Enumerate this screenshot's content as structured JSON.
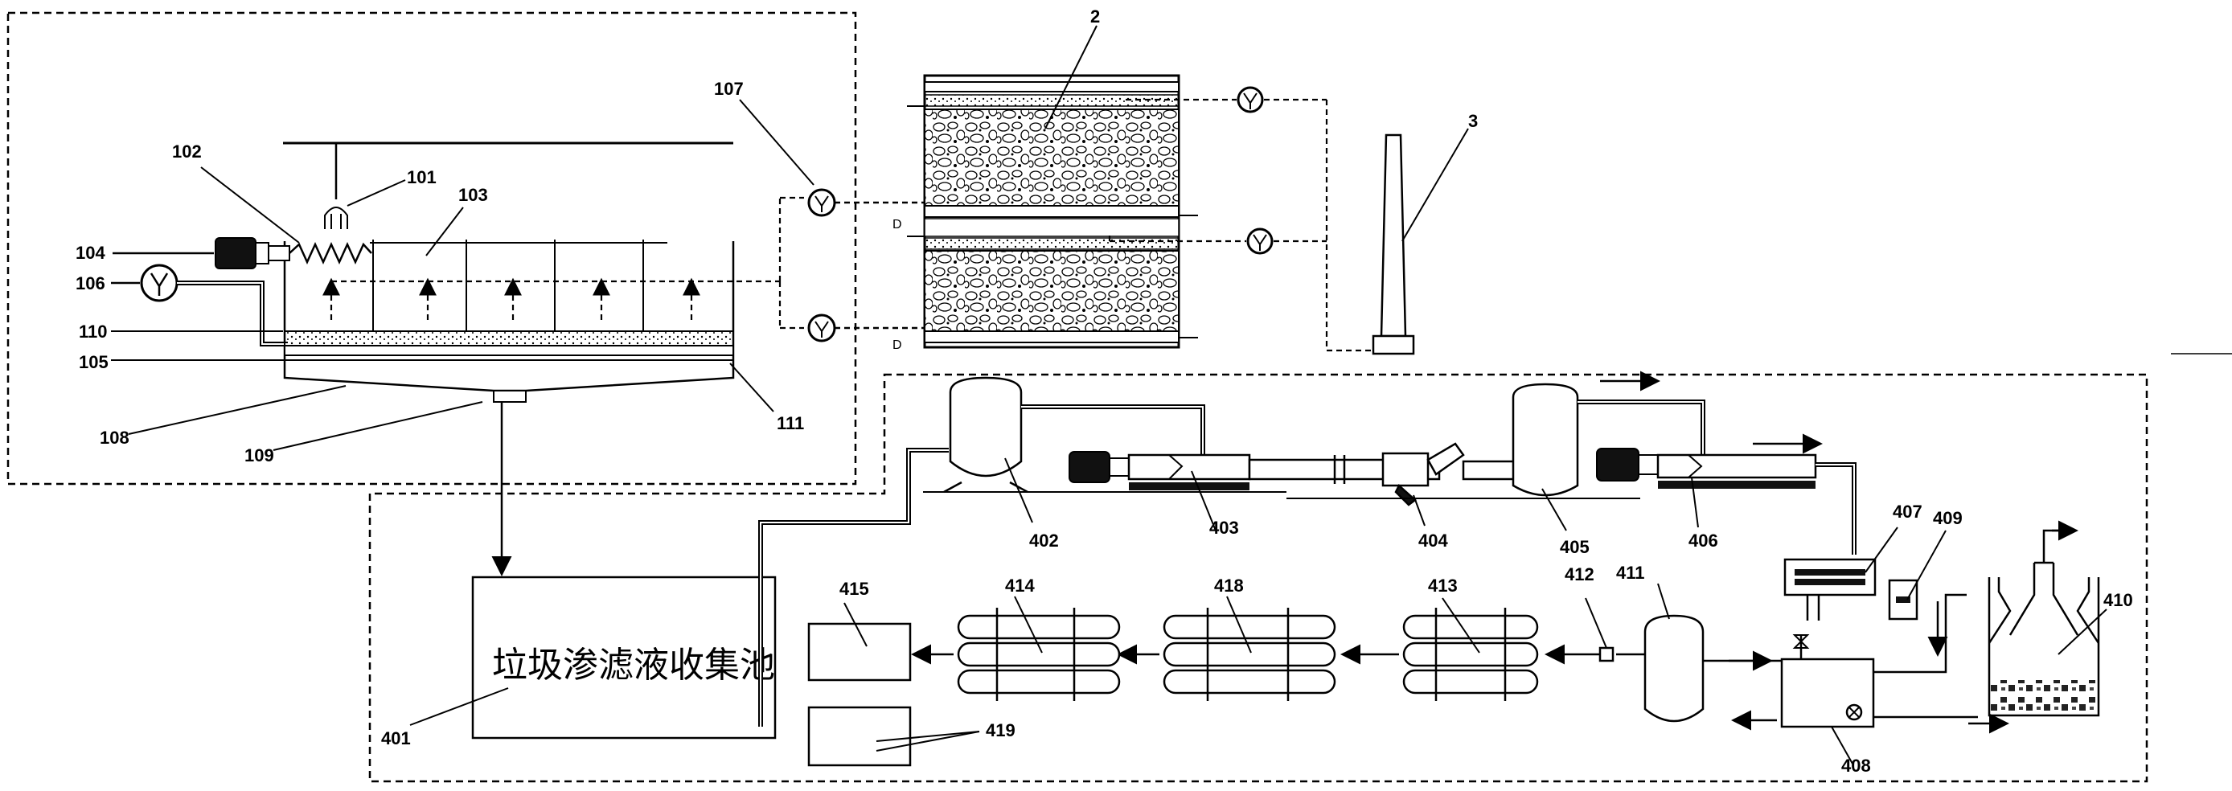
{
  "labels": {
    "l101": "101",
    "l102": "102",
    "l103": "103",
    "l104": "104",
    "l105": "105",
    "l106": "106",
    "l107": "107",
    "l108": "108",
    "l109": "109",
    "l110": "110",
    "l111": "111",
    "l2": "2",
    "l3": "3",
    "l401": "401",
    "l402": "402",
    "l403": "403",
    "l404": "404",
    "l405": "405",
    "l406": "406",
    "l407": "407",
    "l408": "408",
    "l409": "409",
    "l410": "410",
    "l411": "411",
    "l412": "412",
    "l413": "413",
    "l414": "414",
    "l415": "415",
    "l418": "418",
    "l419": "419"
  },
  "collection_pool_text": "垃圾渗滤液收集池"
}
